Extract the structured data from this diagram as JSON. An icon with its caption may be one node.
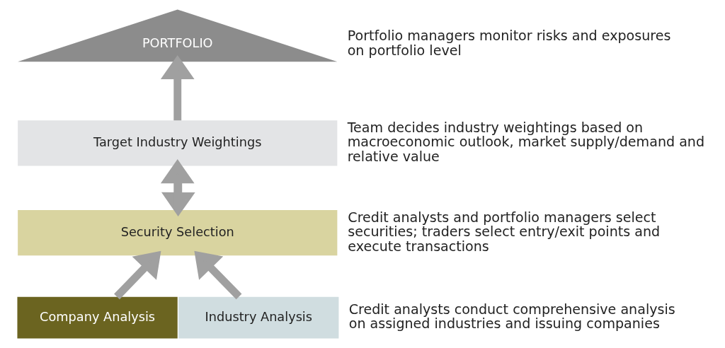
{
  "diagram": {
    "nodes": [
      {
        "text": [
          "PORTFOLIO"
        ],
        "beside": [
          "Portfolio managers monitor risks and exposures on portfolio level"
        ]
      },
      {
        "text": [
          "Target Industry Weightings"
        ],
        "beside": [
          "Team decides industry weightings based on macroeconomic outlook, market supply/demand and relative value"
        ]
      },
      {
        "text": [
          "Security Selection"
        ],
        "beside": [
          "Credit analysts and portfolio managers select securities; traders select entry/exit points and execute transactions"
        ]
      },
      {
        "text": [
          "Company Analysis"
        ]
      },
      {
        "text": [
          "Industry Analysis"
        ],
        "beside": [
          "Credit analysts conduct comprehensive analysis on assigned industries and issuing companies"
        ]
      }
    ],
    "edges": [
      {
        "from": 1,
        "to": 0,
        "arrow": "to"
      },
      {
        "from": 2,
        "to": 1,
        "arrow": "to"
      },
      {
        "from": 1,
        "to": 2,
        "arrow": "to"
      },
      {
        "from": 3,
        "to": 2,
        "arrow": "to"
      },
      {
        "from": 4,
        "to": 2,
        "arrow": "to"
      }
    ]
  }
}
